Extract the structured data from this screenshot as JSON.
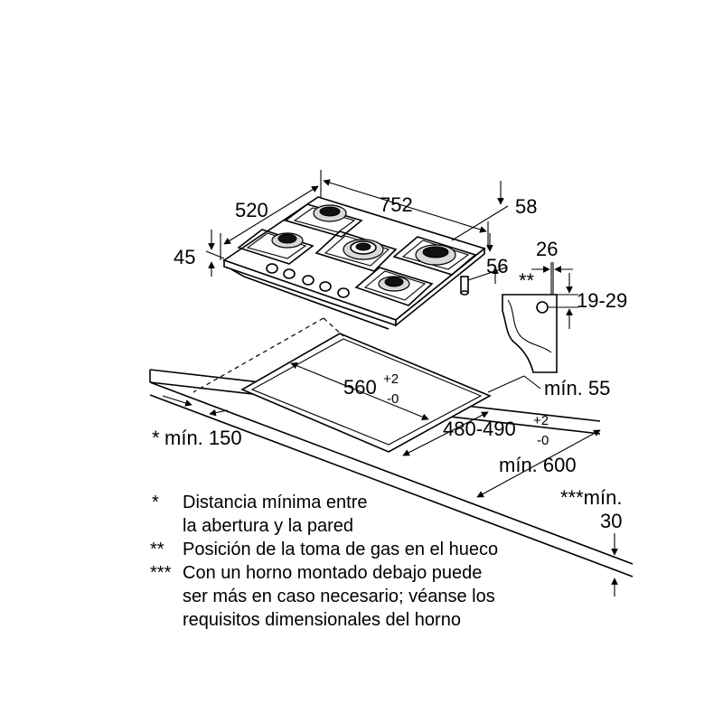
{
  "dimensions": {
    "depth": "520",
    "width": "752",
    "height_back": "58",
    "height_front": "45",
    "gas_offset_v": "56",
    "gas_offset_h": "26",
    "gas_height": "19-29",
    "gas_marker": "**",
    "cutout_width": "560",
    "cutout_width_tol_plus": "+2",
    "cutout_width_tol_minus": "-0",
    "cutout_depth": "480-490",
    "cutout_depth_tol_plus": "+2",
    "cutout_depth_tol_minus": "-0",
    "min_front": "mín. 55",
    "min_wall": "mín. 150",
    "min_wall_marker": "*",
    "min_depth": "mín. 600",
    "min_under": "***mín.",
    "min_under_value": "30"
  },
  "notes": [
    {
      "marker": "*",
      "lines": [
        "Distancia mínima entre",
        "la abertura y la pared"
      ]
    },
    {
      "marker": "**",
      "lines": [
        "Posición de la toma de gas en el hueco"
      ]
    },
    {
      "marker": "***",
      "lines": [
        "Con un horno montado debajo puede",
        "ser más en caso necesario; véanse los",
        "requisitos dimensionales del horno"
      ]
    }
  ]
}
